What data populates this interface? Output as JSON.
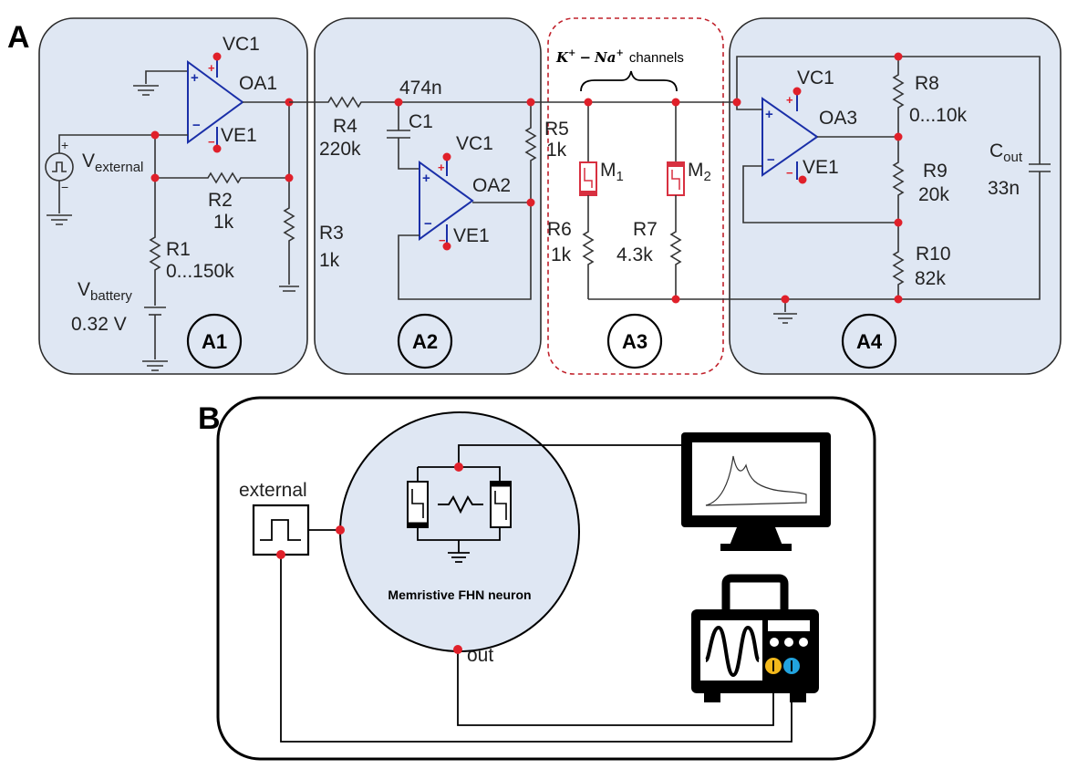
{
  "panels": {
    "a_label": "A",
    "b_label": "B"
  },
  "blocks": {
    "a1": "A1",
    "a2": "A2",
    "a3": "A3",
    "a4": "A4"
  },
  "components": {
    "vc1": "VC1",
    "ve1": "VE1",
    "oa1": "OA1",
    "oa2": "OA2",
    "oa3": "OA3",
    "v_external_main": "V",
    "v_external_sub": "external",
    "v_battery_main": "V",
    "v_battery_sub": "battery",
    "v_battery_value": "0.32 V",
    "r1_name": "R1",
    "r1_value": "0...150k",
    "r2_name": "R2",
    "r2_value": "1k",
    "r3_name": "R3",
    "r3_value": "1k",
    "r4_name": "R4",
    "r4_value": "220k",
    "c1_name": "C1",
    "c1_value": "474n",
    "r5_name": "R5",
    "r5_value": "1k",
    "r6_name": "R6",
    "r6_value": "1k",
    "r7_name": "R7",
    "r7_value": "4.3k",
    "m1_main": "M",
    "m1_sub": "1",
    "m2_main": "M",
    "m2_sub": "2",
    "channels_k": "K",
    "channels_na": "Na",
    "channels_sup": "+",
    "channels_minus": "−",
    "channels_text": "channels",
    "r8_name": "R8",
    "r8_value": "0...10k",
    "r9_name": "R9",
    "r9_value": "20k",
    "r10_name": "R10",
    "r10_value": "82k",
    "cout_main": "C",
    "cout_sub": "out",
    "cout_value": "33n",
    "plus": "+",
    "minus": "−"
  },
  "setup": {
    "external_label": "external",
    "neuron_label": "Memristive FHN neuron",
    "out_label": "out"
  },
  "colors": {
    "panel_fill": "#dfe7f3",
    "wire_dot": "#e0202a",
    "opamp": "#1a2fa8",
    "memristor": "#d83040",
    "probe_yellow": "#f2b81c",
    "probe_blue": "#22a3de"
  }
}
